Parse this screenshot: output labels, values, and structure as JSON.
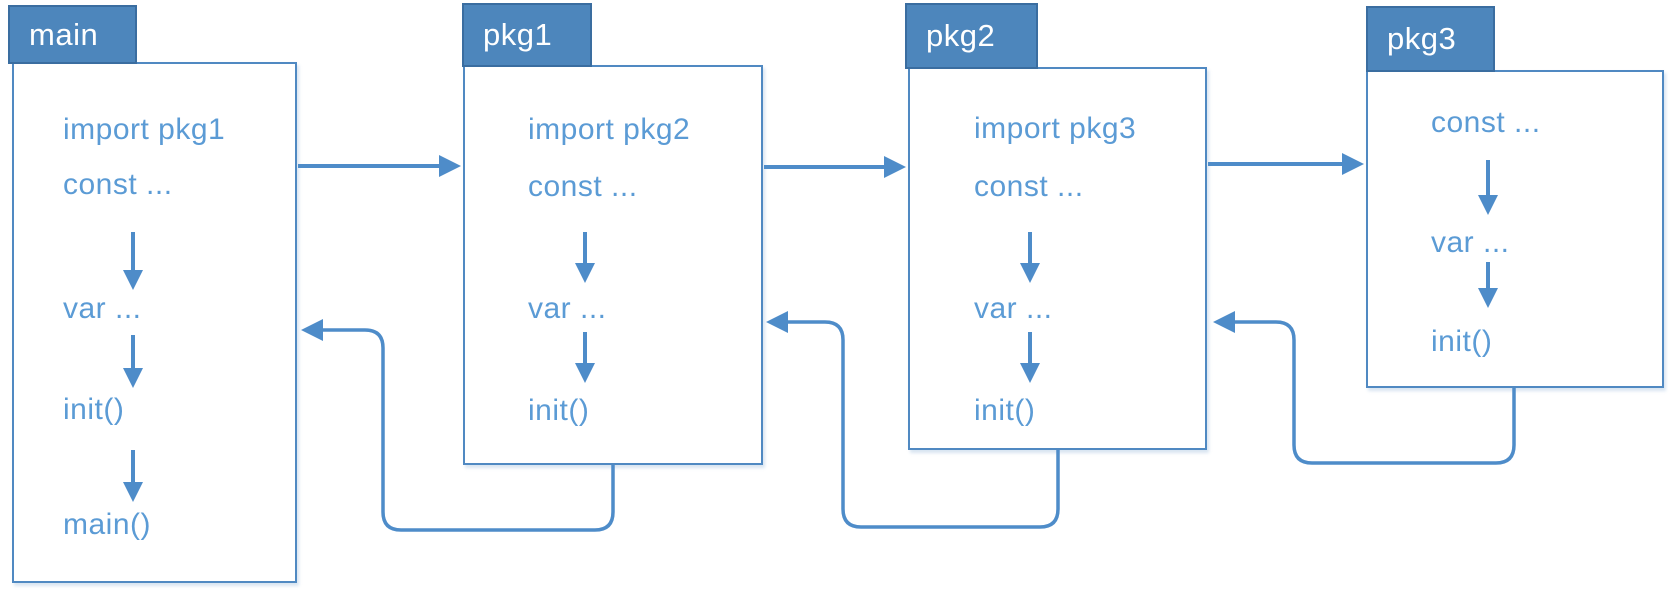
{
  "title": "Go package initialization order diagram",
  "colors": {
    "tab_fill": "#4D86BC",
    "tab_border": "#3A6DA0",
    "tab_text": "#FFFFFF",
    "box_border": "#5089C2",
    "box_fill": "#FFFFFF",
    "code_text": "#5B9BD5",
    "arrow": "#4E8CC9"
  },
  "packages": [
    {
      "id": "main",
      "tab": "main",
      "lines": [
        "import pkg1",
        "const ...",
        "var ...",
        "init()",
        "main()"
      ]
    },
    {
      "id": "pkg1",
      "tab": "pkg1",
      "lines": [
        "import pkg2",
        "const ...",
        "var ...",
        "init()"
      ]
    },
    {
      "id": "pkg2",
      "tab": "pkg2",
      "lines": [
        "import pkg3",
        "const ...",
        "var ...",
        "init()"
      ]
    },
    {
      "id": "pkg3",
      "tab": "pkg3",
      "lines": [
        "const ...",
        "var ...",
        "init()"
      ]
    }
  ],
  "edges": [
    {
      "from": "main",
      "to": "pkg1",
      "kind": "forward"
    },
    {
      "from": "pkg1",
      "to": "pkg2",
      "kind": "forward"
    },
    {
      "from": "pkg2",
      "to": "pkg3",
      "kind": "forward"
    },
    {
      "from": "pkg1",
      "to": "main",
      "kind": "return"
    },
    {
      "from": "pkg2",
      "to": "pkg1",
      "kind": "return"
    },
    {
      "from": "pkg3",
      "to": "pkg2",
      "kind": "return"
    }
  ]
}
